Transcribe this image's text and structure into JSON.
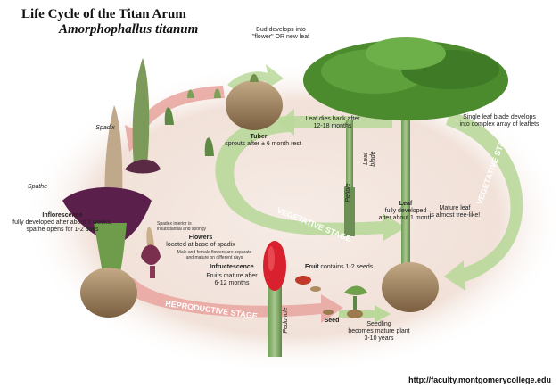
{
  "header": {
    "title": "Life Cycle of the Titan Arum",
    "subtitle": "Amorphophallus titanum"
  },
  "stages": {
    "vegetative": "VEGETATIVE STAGE",
    "vegetative_right": "VEGETATIVE STAGE",
    "reproductive": "REPRODUCTIVE STAGE"
  },
  "labels": {
    "bud": "Bud develops into\n\"flower\" OR new leaf",
    "leaf_dies": "Leaf dies back after\n12-18 months",
    "single_leaf": "Single leaf blade develops\ninto complex array of leaflets",
    "tuber_title": "Tuber",
    "tuber_text": "sprouts after ± 6 month rest",
    "spadix": "Spadix",
    "spathe": "Spathe",
    "leaf_blade": "Leaf blade",
    "petiole": "Petiole",
    "leaf_title": "Leaf",
    "leaf_text": "fully developed\nafter about 1 month",
    "mature_leaf": "Mature leaf\nis almost tree-like!",
    "inflorescence_title": "Inflorescence",
    "inflorescence_text": "fully developed after about 2 weeks;\nspathe opens for 1-2 days",
    "spadix_interior": "Spadex interior is\ninsubstantial and spongy",
    "flowers_title": "Flowers",
    "flowers_text": "located at base of spadix",
    "male_female": "Male and female flowers are separate\nand mature on different days",
    "infructescence_title": "Infructescence",
    "infructescence_text": "Fruits mature after\n6-12 months",
    "fruit_title": "Fruit",
    "fruit_text": "contains 1-2 seeds",
    "seed": "Seed",
    "seedling": "Seedling\nbecomes mature plant\n3-10 years",
    "peduncle": "Peduncle"
  },
  "footer": {
    "url": "http://faculty.montgomerycollege.edu"
  },
  "colors": {
    "vegetative_arrow": "#b9d89a",
    "reproductive_arrow": "#e9a7a2",
    "halo": "#f1e3dc",
    "spathe": "#5a1f4a",
    "tuber": "#a98c6a",
    "leaf": "#4c8a2e"
  }
}
